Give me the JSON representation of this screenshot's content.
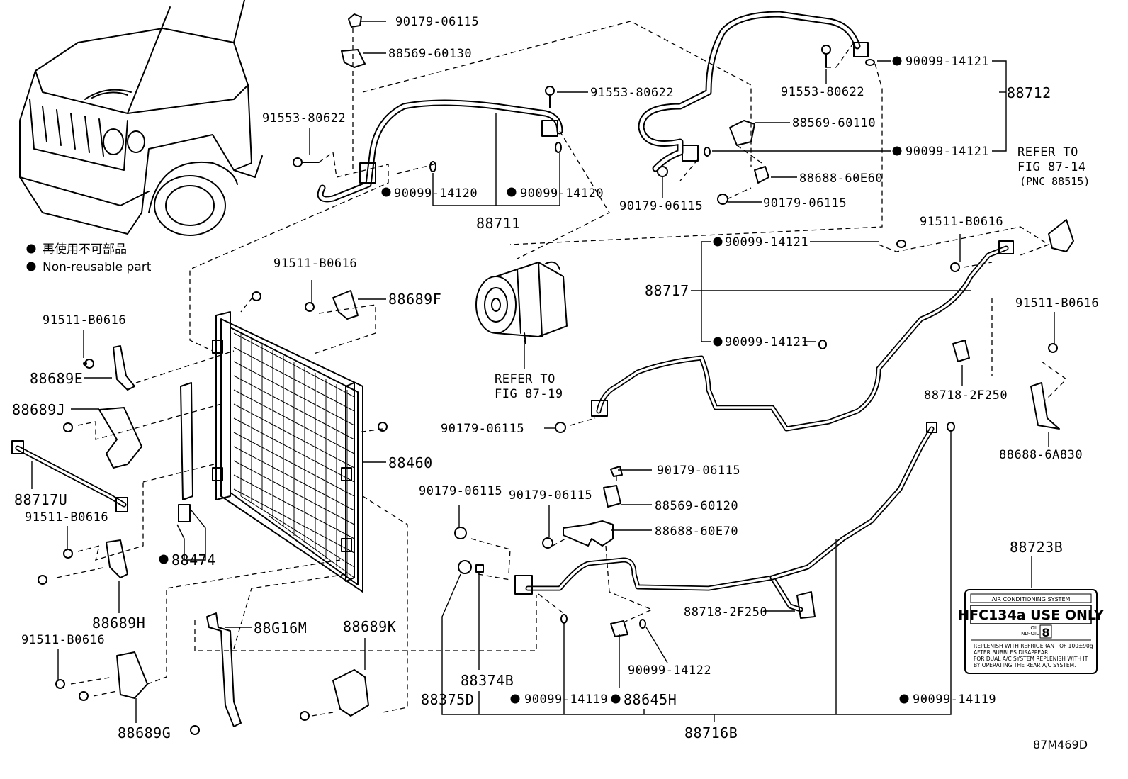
{
  "legend": {
    "line_jp": "再使用不可部品",
    "line_en": "Non-reusable part"
  },
  "labels": {
    "p90179_06115_top": "90179-06115",
    "p88569_60130": "88569-60130",
    "p91553_80622_left": "91553-80622",
    "p91553_80622_mid": "91553-80622",
    "p90099_14120_a": "90099-14120",
    "p90099_14120_b": "90099-14120",
    "p88711": "88711",
    "p91553_80622_right": "91553-80622",
    "p90099_14121_top": "90099-14121",
    "p88712": "88712",
    "p88569_60110": "88569-60110",
    "p90099_14121_second": "90099-14121",
    "p88688_60E60": "88688-60E60",
    "p90179_06115_upper_right_a": "90179-06115",
    "p90179_06115_upper_right_b": "90179-06115",
    "refer_fig_87_14_a": "REFER TO",
    "refer_fig_87_14_b": "FIG 87-14",
    "refer_fig_87_14_c": "(PNC 88515)",
    "p91511_B0616_right_top": "91511-B0616",
    "p90099_14121_third": "90099-14121",
    "p88717": "88717",
    "p90099_14121_fourth": "90099-14121",
    "p91511_B0616_far_right": "91511-B0616",
    "p88718_2F250_top": "88718-2F250",
    "p88688_6A830": "88688-6A830",
    "p90179_06115_mid": "90179-06115",
    "refer_fig_87_19_a": "REFER TO",
    "refer_fig_87_19_b": "FIG 87-19",
    "p91511_B0616_condenser": "91511-B0616",
    "p88689F": "88689F",
    "p91511_B0616_left": "91511-B0616",
    "p88689E": "88689E",
    "p88689J": "88689J",
    "p88460": "88460",
    "p88717U": "88717U",
    "p91511_B0616_left_lower": "91511-B0616",
    "p88474": "88474",
    "p88689H": "88689H",
    "p91511_B0616_left_bottom": "91511-B0616",
    "p88689G": "88689G",
    "p88G16M": "88G16M",
    "p88689K": "88689K",
    "p90179_06115_lower_a": "90179-06115",
    "p90179_06115_lower_b": "90179-06115",
    "p90179_06115_lower_c": "90179-06115",
    "p88569_60120": "88569-60120",
    "p88688_60E70": "88688-60E70",
    "p88723B": "88723B",
    "p88718_2F250_bottom": "88718-2F250",
    "p90099_14122": "90099-14122",
    "p88374B": "88374B",
    "p88375D": "88375D",
    "p90099_14119_a": "90099-14119",
    "p88645H": "88645H",
    "p90099_14119_b": "90099-14119",
    "p88716B": "88716B",
    "code": "87M469D"
  },
  "label_card": {
    "header": "AIR CONDITIONING SYSTEM",
    "refrigerant": "HFC134a USE ONLY",
    "oil_label_a": "OIL",
    "oil_label_b": "ND-OIL",
    "oil_number": "8",
    "notes": [
      "REPLENISH WITH REFRIGERANT OF 100±90g",
      "AFTER BUBBLES DISAPPEAR.",
      "FOR DUAL A/C SYSTEM REPLENISH WITH IT",
      "BY OPERATING THE REAR A/C SYSTEM."
    ]
  }
}
